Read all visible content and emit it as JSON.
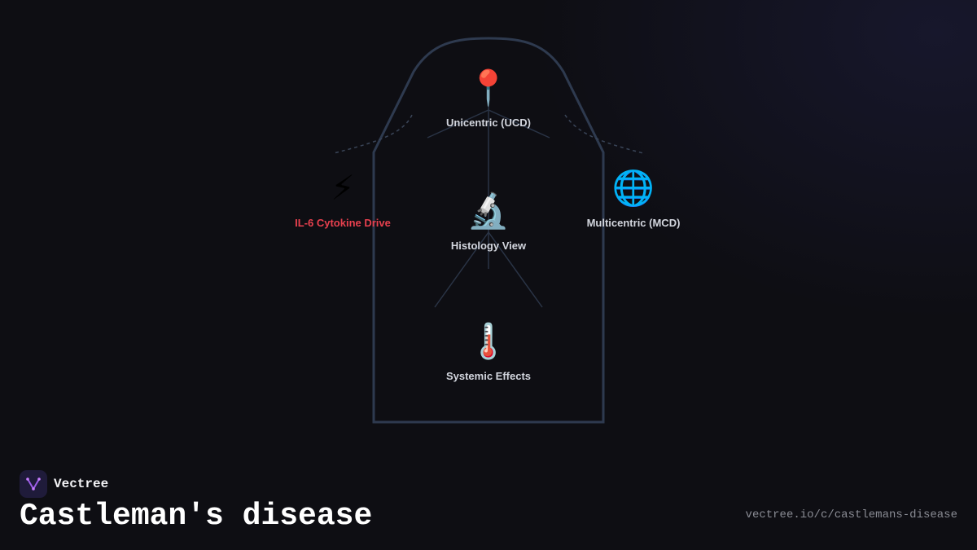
{
  "brand": {
    "name": "Vectree",
    "accent_color": "#9b5de5",
    "logo_icon": "vectree-logo-icon"
  },
  "page": {
    "title": "Castleman's disease",
    "url": "vectree.io/c/castlemans-disease"
  },
  "colors": {
    "outline": "#2e3a4f",
    "connector": "#2a3446",
    "label": "#d3d6de",
    "accent_label": "#e8404e",
    "background": "#0e0e13"
  },
  "nodes": {
    "ucd": {
      "label": "Unicentric (UCD)",
      "icon": "📍",
      "icon_name": "pin-icon"
    },
    "il6": {
      "label": "IL-6 Cytokine Drive",
      "icon": "⚡",
      "icon_name": "lightning-icon"
    },
    "histology": {
      "label": "Histology View",
      "icon": "🔬",
      "icon_name": "microscope-icon"
    },
    "mcd": {
      "label": "Multicentric (MCD)",
      "icon": "🌐",
      "icon_name": "globe-icon"
    },
    "systemic": {
      "label": "Systemic Effects",
      "icon": "🌡️",
      "icon_name": "thermometer-icon"
    }
  }
}
